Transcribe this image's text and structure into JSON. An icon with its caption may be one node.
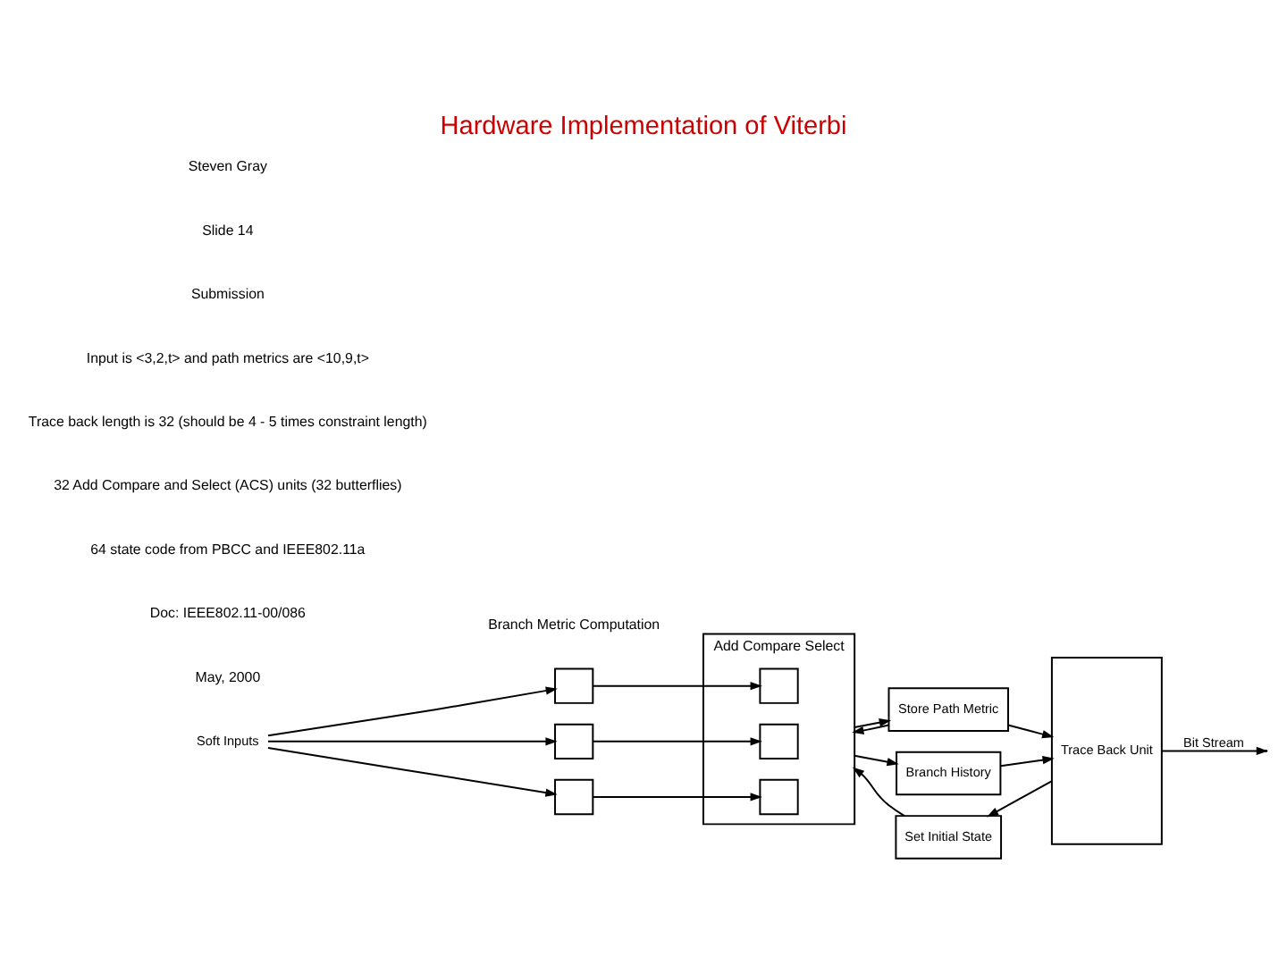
{
  "diagram": {
    "title": "Hardware Implementation of Viterbi",
    "nodes": [
      {
        "text": [
          "Soft Inputs"
        ]
      },
      {
        "text": [],
        "shape": "box"
      },
      {
        "text": [],
        "shape": "box"
      },
      {
        "text": [],
        "shape": "box"
      },
      {
        "text": [
          "Add Compare Select"
        ]
      },
      {
        "text": [],
        "shape": "box",
        "in": 4
      },
      {
        "text": [],
        "shape": "box",
        "in": 4
      },
      {
        "text": [],
        "shape": "box",
        "in": 4
      },
      {
        "text": [
          "Store Path Metric"
        ]
      },
      {
        "text": [
          "Branch History"
        ]
      },
      {
        "text": [
          "Trace Back Unit"
        ]
      },
      {
        "text": [
          "Set Initial State"
        ]
      }
    ],
    "edges": [
      {
        "from": 0,
        "to": 1,
        "arrow": "to"
      },
      {
        "from": 0,
        "to": 2,
        "arrow": "to"
      },
      {
        "from": 0,
        "to": 3,
        "arrow": "to"
      },
      {
        "from": 1,
        "to": 5,
        "arrow": "to"
      },
      {
        "from": 2,
        "to": 6,
        "arrow": "to"
      },
      {
        "from": 3,
        "to": 7,
        "arrow": "to"
      },
      {
        "from": 4,
        "to": 8,
        "arrow": "to"
      },
      {
        "from": 4,
        "to": 9,
        "arrow": "to"
      },
      {
        "from": 8,
        "to": 4,
        "arrow": "to"
      },
      {
        "from": 8,
        "to": 10,
        "arrow": "to"
      },
      {
        "from": 9,
        "to": 10,
        "arrow": "to"
      },
      {
        "from": 10,
        "to": null,
        "arrow": "to",
        "label": "Bit Stream"
      },
      {
        "from": 10,
        "to": 11,
        "arrow": "to"
      },
      {
        "from": 11,
        "to": 4,
        "arrow": "to"
      }
    ],
    "labels": [
      "May, 2000",
      "Doc: IEEE802.11-00/086",
      "64 state code from PBCC and IEEE802.11a",
      "32 Add Compare and Select (ACS) units (32 butterflies)",
      "Trace back length is 32 (should be 4 - 5 times constraint length)",
      "Input is <3,2,t> and path metrics are <10,9,t>",
      "Branch Metric Computation",
      "Submission",
      "Slide 14",
      "Steven Gray"
    ]
  }
}
